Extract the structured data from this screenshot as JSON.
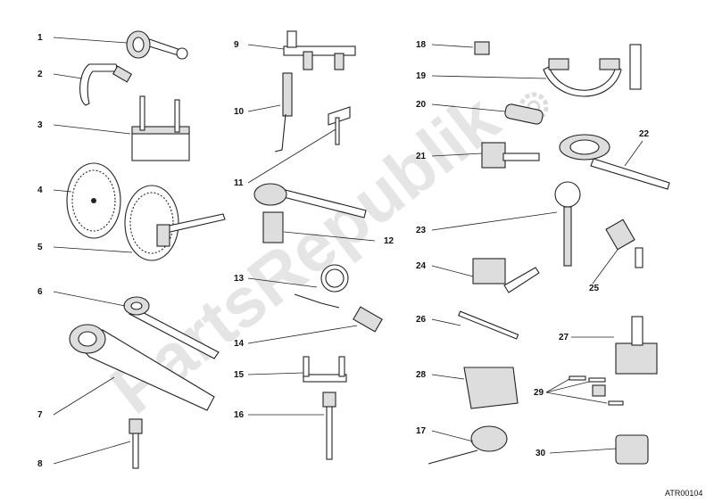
{
  "watermark": "PartsRepublik",
  "drawing_code": "ATR00104",
  "callouts": [
    "1",
    "2",
    "3",
    "4",
    "5",
    "6",
    "7",
    "8",
    "9",
    "10",
    "11",
    "12",
    "13",
    "14",
    "15",
    "16",
    "17",
    "18",
    "19",
    "20",
    "21",
    "22",
    "23",
    "24",
    "25",
    "26",
    "27",
    "28",
    "29",
    "30"
  ]
}
